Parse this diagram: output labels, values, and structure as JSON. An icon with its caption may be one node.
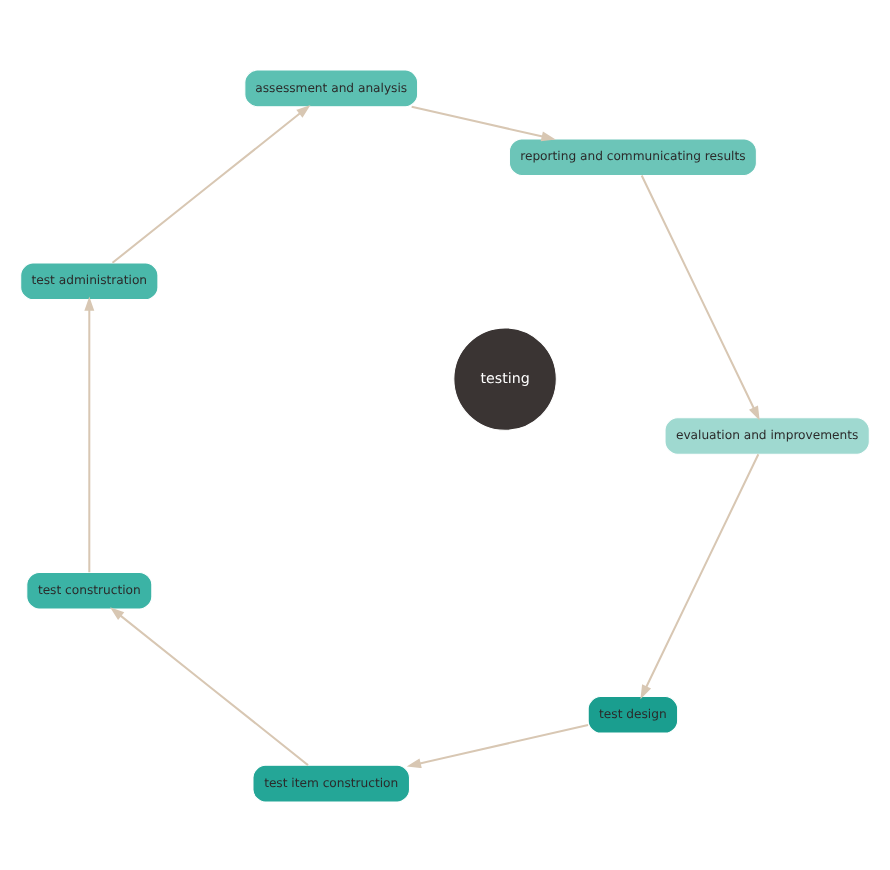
{
  "diagram": {
    "nodes": [
      {
        "text": [
          "testing"
        ]
      },
      {
        "text": [
          "test design"
        ]
      },
      {
        "text": [
          "test item construction"
        ]
      },
      {
        "text": [
          "test construction"
        ]
      },
      {
        "text": [
          "test administration"
        ]
      },
      {
        "text": [
          "assessment and analysis"
        ]
      },
      {
        "text": [
          "reporting and communicating results"
        ]
      },
      {
        "text": [
          "evaluation and improvements"
        ]
      }
    ],
    "edges": [
      {
        "from": 1,
        "to": 2,
        "arrow": "to"
      },
      {
        "from": 2,
        "to": 3,
        "arrow": "to"
      },
      {
        "from": 3,
        "to": 4,
        "arrow": "to"
      },
      {
        "from": 4,
        "to": 5,
        "arrow": "to"
      },
      {
        "from": 5,
        "to": 6,
        "arrow": "to"
      },
      {
        "from": 6,
        "to": 7,
        "arrow": "to"
      },
      {
        "from": 7,
        "to": 1,
        "arrow": "to"
      }
    ]
  }
}
